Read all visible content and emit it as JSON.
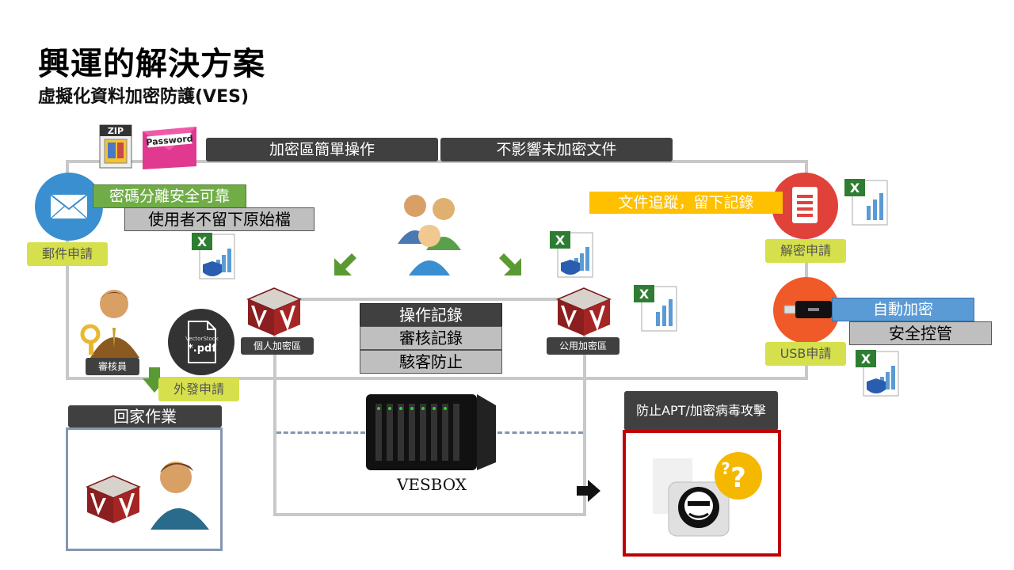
{
  "title": "興運的解決方案",
  "subtitle": "虛擬化資料加密防護(VES)",
  "top_bars": {
    "left": "加密區簡單操作",
    "right": "不影響未加密文件"
  },
  "icons": {
    "zip_text": "ZIP",
    "password_text": "Password",
    "pdf_brand": "VectorStock",
    "pdf_text": "*.pdf"
  },
  "email": {
    "label": "郵件申請",
    "green_tag": "密碼分離安全可靠",
    "gray_tag": "使用者不留下原始檔"
  },
  "decrypt": {
    "label": "解密申請",
    "orange_tag": "文件追蹤，留下記錄"
  },
  "usb": {
    "label": "USB申請",
    "blue_tag": "自動加密",
    "gray_tag": "安全控管"
  },
  "reviewer": {
    "label": "審核員"
  },
  "outgoing": {
    "label": "外發申請"
  },
  "personal_zone": {
    "label": "個人加密區"
  },
  "public_zone": {
    "label": "公用加密區"
  },
  "center_records": [
    "操作記錄",
    "審核記錄",
    "駭客防止"
  ],
  "nas": {
    "label": "VESBOX"
  },
  "home_work": {
    "label": "回家作業"
  },
  "apt": {
    "label": "防止APT/加密病毒攻擊"
  },
  "colors": {
    "dark_bar": "#404040",
    "yellow": "#d6e04c",
    "green": "#70ad47",
    "orange": "#ffc000",
    "blue": "#5b9bd5",
    "red_circle": "#e0423a",
    "blue_circle": "#3a8fd0",
    "apt_border": "#c00000",
    "home_border": "#8496b0"
  }
}
